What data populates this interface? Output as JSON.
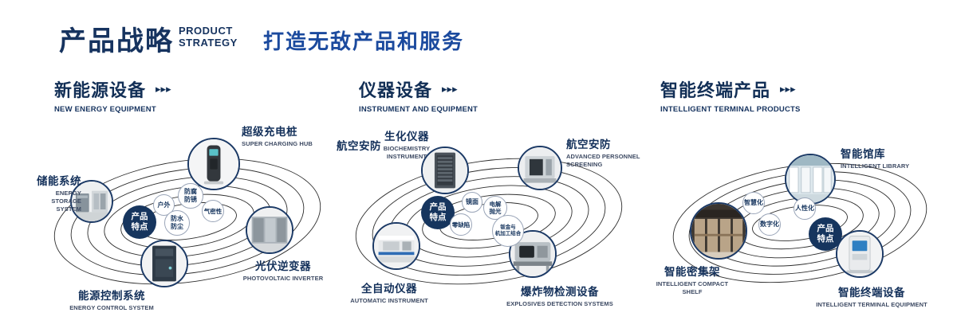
{
  "header": {
    "title": "产品战略",
    "title_en_line1": "PRODUCT",
    "title_en_line2": "STRATEGY",
    "slogan": "打造无敌产品和服务"
  },
  "icons": {
    "chevrons": "▸▸▸"
  },
  "colors": {
    "navy": "#16335f",
    "blue": "#1b4a9e",
    "badge": "#16355e"
  },
  "sections": [
    {
      "title": "新能源设备",
      "subtitle": "NEW ENERGY EQUIPMENT",
      "center_badge": "产品\n特点",
      "nodes": [
        {
          "label": "储能系统",
          "label_en": "ENERGY STORAGE\nSYSTEM"
        },
        {
          "label": "超级充电桩",
          "label_en": "SUPER CHARGING HUB"
        },
        {
          "label": "光伏逆变器",
          "label_en": "PHOTOVOLTAIC INVERTER"
        },
        {
          "label": "能源控制系统",
          "label_en": "ENERGY CONTROL SYSTEM"
        }
      ],
      "features": [
        "户外",
        "防腐\n防锈",
        "气密性",
        "防水\n防尘"
      ]
    },
    {
      "title": "仪器设备",
      "subtitle": "INSTRUMENT AND EQUIPMENT",
      "center_badge": "产品\n特点",
      "extra_label": "航空安防",
      "nodes": [
        {
          "label": "生化仪器",
          "label_en": "BIOCHEMISTRY\nINSTRUMENT"
        },
        {
          "label": "航空安防",
          "label_en": "ADVANCED PERSONNEL\nSCREENING"
        },
        {
          "label": "全自动仪器",
          "label_en": "AUTOMATIC INSTRUMENT"
        },
        {
          "label": "爆炸物检测设备",
          "label_en": "EXPLOSIVES DETECTION SYSTEMS"
        }
      ],
      "features": [
        "镜面",
        "电解\n抛光",
        "零缺陷",
        "钣金与\n机加工结合"
      ]
    },
    {
      "title": "智能终端产品",
      "subtitle": "INTELLIGENT TERMINAL PRODUCTS",
      "center_badge": "产品\n特点",
      "nodes": [
        {
          "label": "智能馆库",
          "label_en": "INTELLIGENT LIBRARY"
        },
        {
          "label": "智能密集架",
          "label_en": "INTELLIGENT COMPACT\nSHELF"
        },
        {
          "label": "智能终端设备",
          "label_en": "INTELLIGENT TERMINAL EQUIPMENT"
        }
      ],
      "features": [
        "智慧化",
        "人性化",
        "数字化"
      ]
    }
  ]
}
